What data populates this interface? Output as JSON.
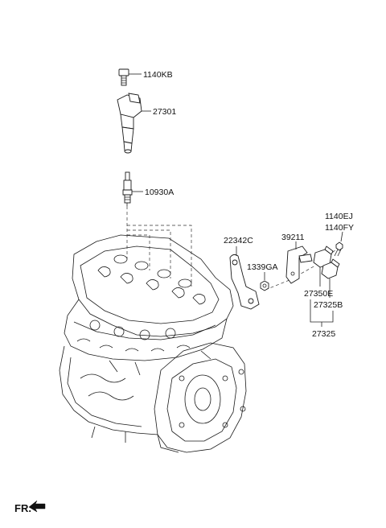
{
  "labels": {
    "bolt_1140KB": "1140KB",
    "coil_27301": "27301",
    "plug_10930A": "10930A",
    "bracket_22342C": "22342C",
    "bracket_39211": "39211",
    "nut_1339GA": "1339GA",
    "bolt_1140EJ": "1140EJ",
    "bolt_1140FY": "1140FY",
    "sensor_27350E": "27350E",
    "sensor_27325B": "27325B",
    "assy_27325": "27325"
  },
  "footer": {
    "direction_label": "FR."
  }
}
